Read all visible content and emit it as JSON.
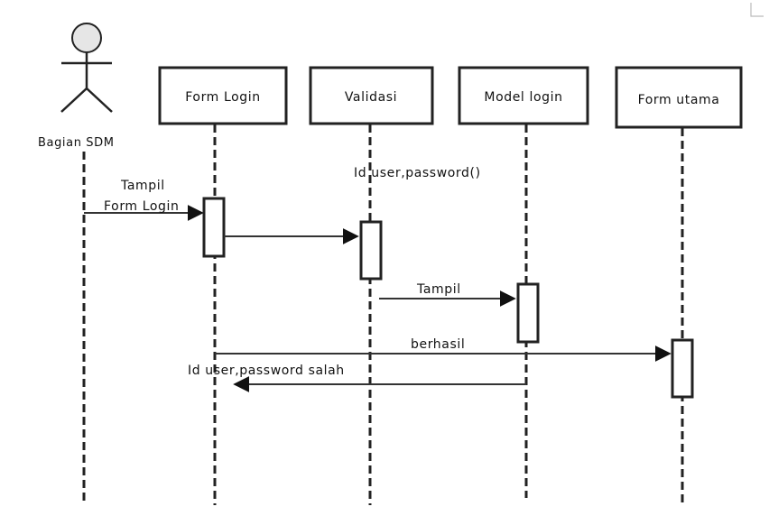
{
  "actor": {
    "name": "Bagian SDM"
  },
  "lifelines": [
    {
      "id": "form_login",
      "label": "Form Login"
    },
    {
      "id": "validasi",
      "label": "Validasi"
    },
    {
      "id": "model_login",
      "label": "Model login"
    },
    {
      "id": "form_utama",
      "label": "Form utama"
    }
  ],
  "messages": [
    {
      "line1": "Tampil",
      "line2": "Form Login"
    },
    {
      "label": "Id user,password()"
    },
    {
      "label": "Tampil"
    },
    {
      "label": "berhasil"
    },
    {
      "label": "Id user,password salah"
    }
  ]
}
